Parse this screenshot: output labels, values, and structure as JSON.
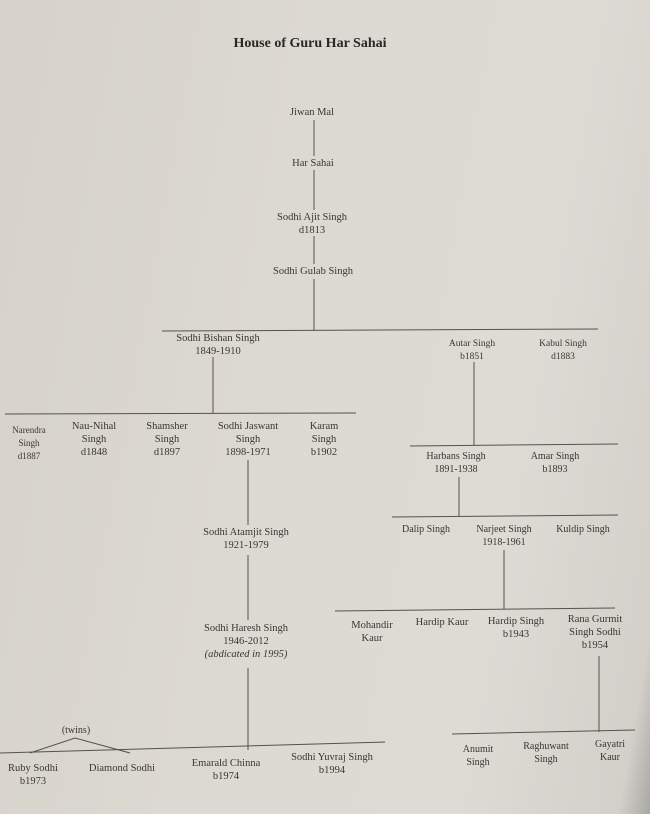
{
  "title": "House of Guru Har Sahai",
  "nodes": {
    "jiwan": {
      "name": "Jiwan Mal"
    },
    "harsahai": {
      "name": "Har Sahai"
    },
    "ajit": {
      "name": "Sodhi Ajit Singh",
      "dates": "d1813"
    },
    "gulab": {
      "name": "Sodhi Gulab Singh"
    },
    "bishan": {
      "name": "Sodhi Bishan Singh",
      "dates": "1849-1910"
    },
    "autar": {
      "name": "Autar Singh",
      "dates": "b1851"
    },
    "kabul": {
      "name": "Kabul Singh",
      "dates": "d1883"
    },
    "narendra": {
      "l1": "Narendra",
      "l2": "Singh",
      "dates": "d1887"
    },
    "naunihal": {
      "l1": "Nau-Nihal",
      "l2": "Singh",
      "dates": "d1848"
    },
    "shamsher": {
      "l1": "Shamsher",
      "l2": "Singh",
      "dates": "d1897"
    },
    "jaswant": {
      "l1": "Sodhi Jaswant",
      "l2": "Singh",
      "dates": "1898-1971"
    },
    "karam": {
      "l1": "Karam",
      "l2": "Singh",
      "dates": "b1902"
    },
    "harbans": {
      "name": "Harbans Singh",
      "dates": "1891-1938"
    },
    "amar": {
      "name": "Amar Singh",
      "dates": "b1893"
    },
    "atamjit": {
      "name": "Sodhi Atamjit Singh",
      "dates": "1921-1979"
    },
    "dalip": {
      "name": "Dalip Singh"
    },
    "narjeet": {
      "name": "Narjeet Singh",
      "dates": "1918-1961"
    },
    "kuldip": {
      "name": "Kuldip Singh"
    },
    "haresh": {
      "name": "Sodhi Haresh Singh",
      "dates": "1946-2012",
      "note": "(abdicated in 1995)"
    },
    "mohandir": {
      "l1": "Mohandir",
      "l2": "Kaur"
    },
    "hardipkaur": {
      "name": "Hardip Kaur"
    },
    "hardipsingh": {
      "name": "Hardip Singh",
      "dates": "b1943"
    },
    "rana": {
      "l1": "Rana Gurmit",
      "l2": "Singh Sodhi",
      "dates": "b1954"
    },
    "twins": "(twins)",
    "ruby": {
      "name": "Ruby Sodhi",
      "dates": "b1973"
    },
    "diamond": {
      "name": "Diamond Sodhi"
    },
    "emarald": {
      "name": "Emarald Chinna",
      "dates": "b1974"
    },
    "yuvraj": {
      "name": "Sodhi Yuvraj Singh",
      "dates": "b1994"
    },
    "anumit": {
      "l1": "Anumit",
      "l2": "Singh"
    },
    "raghuwant": {
      "l1": "Raghuwant",
      "l2": "Singh"
    },
    "gayatri": {
      "l1": "Gayatri",
      "l2": "Kaur"
    }
  }
}
